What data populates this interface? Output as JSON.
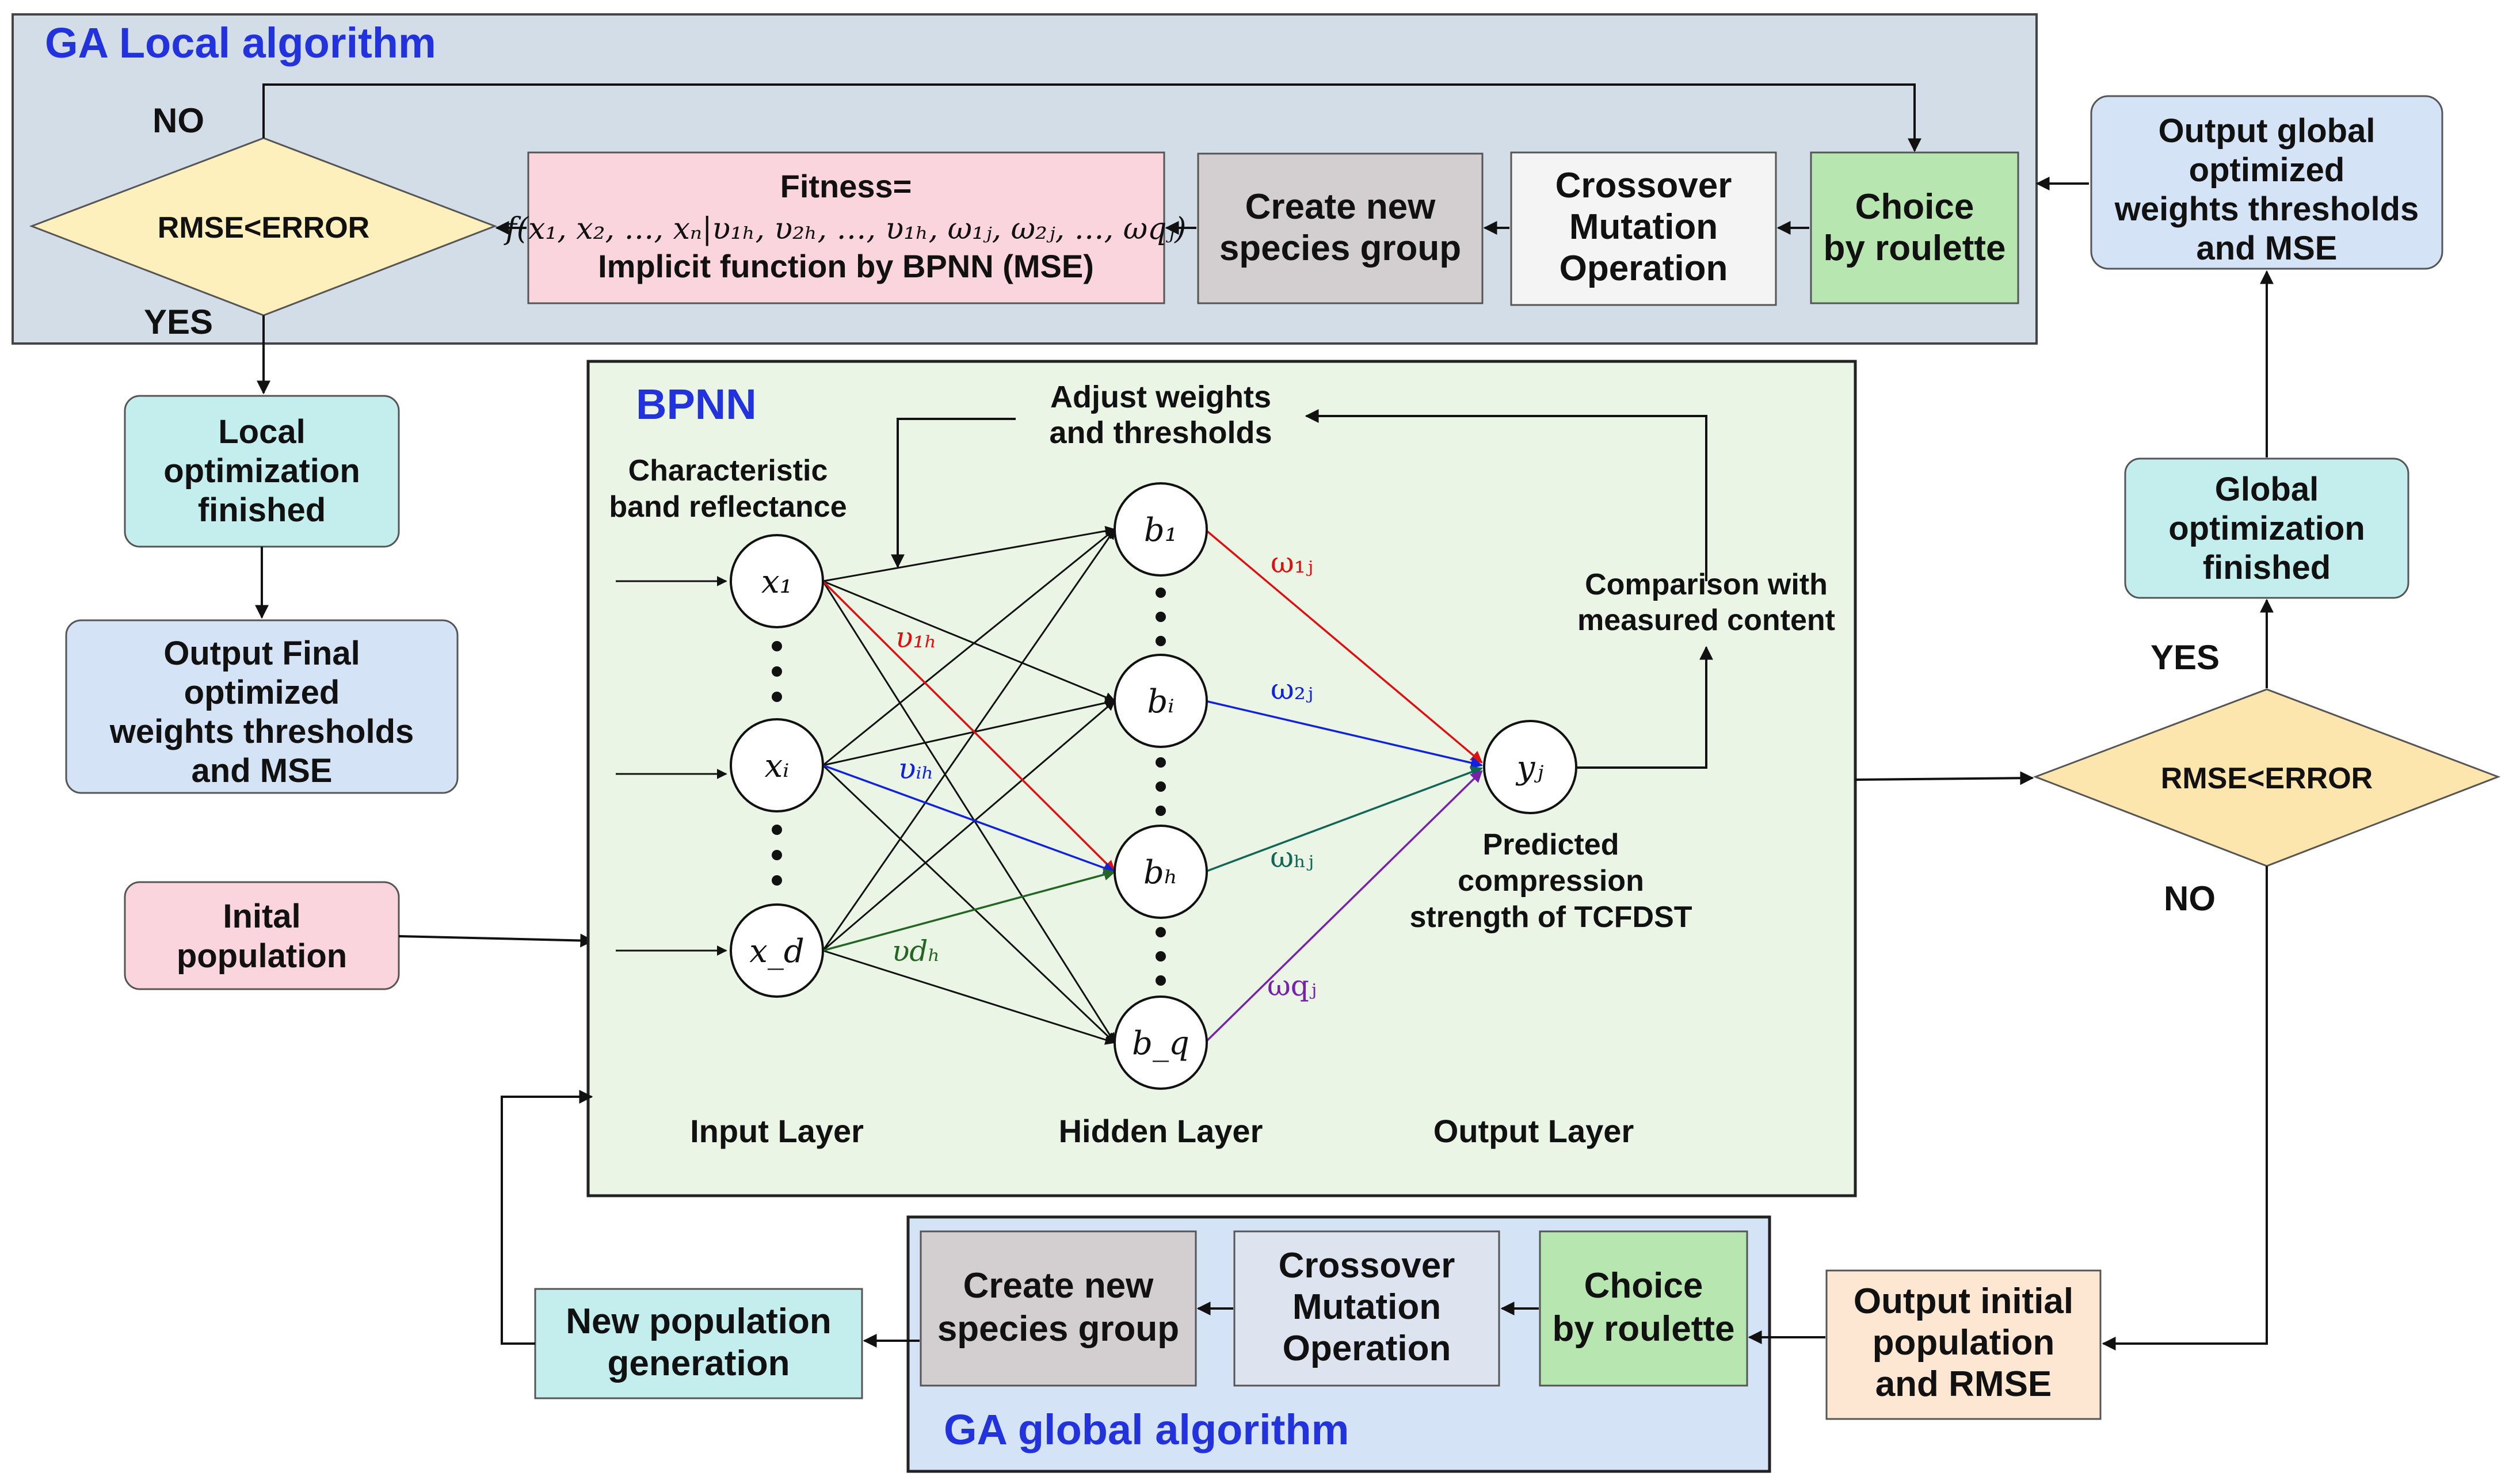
{
  "ga_local": {
    "title": "GA Local algorithm",
    "no_label": "NO",
    "yes_label": "YES",
    "decision": "RMSE<ERROR",
    "fitness_line1": "Fitness=",
    "fitness_formula": "f(x₁, x₂, …, xₙ|υ₁ₕ, υ₂ₕ, …, υ₁ₕ, ω₁ⱼ, ω₂ⱼ, …, ωqⱼ)",
    "fitness_line3": "Implicit function by BPNN (MSE)",
    "create_line1": "Create new",
    "create_line2": "species group",
    "crossover_line1": "Crossover",
    "crossover_line2": "Mutation",
    "crossover_line3": "Operation",
    "choice_line1": "Choice",
    "choice_line2": "by roulette"
  },
  "left_column": {
    "local_done": [
      "Local",
      "optimization",
      "finished"
    ],
    "output_final": [
      "Output Final",
      "optimized",
      "weights thresholds",
      "and MSE"
    ],
    "initial_pop": [
      "Inital",
      "population"
    ]
  },
  "bpnn": {
    "title": "BPNN",
    "adjust": [
      "Adjust weights",
      "and thresholds"
    ],
    "characteristic": [
      "Characteristic",
      "band reflectance"
    ],
    "comparison": [
      "Comparison with",
      "measured content"
    ],
    "predicted": [
      "Predicted",
      "compression",
      "strength of TCFDST"
    ],
    "input_layer": "Input Layer",
    "hidden_layer": "Hidden Layer",
    "output_layer": "Output Layer",
    "input_nodes": [
      "x₁",
      "xᵢ",
      "x_d"
    ],
    "hidden_nodes": [
      "b₁",
      "bᵢ",
      "bₕ",
      "b_q"
    ],
    "output_node": "yⱼ",
    "weights_in": [
      "υ₁ₕ",
      "υᵢₕ",
      "υdₕ"
    ],
    "weights_out": [
      "ω₁ⱼ",
      "ω₂ⱼ",
      "ωₕⱼ",
      "ωqⱼ"
    ]
  },
  "right_column": {
    "output_global": [
      "Output global",
      "optimized",
      "weights thresholds",
      "and MSE"
    ],
    "global_done": [
      "Global",
      "optimization",
      "finished"
    ],
    "yes_label": "YES",
    "no_label": "NO",
    "decision": "RMSE<ERROR"
  },
  "ga_global": {
    "title": "GA global algorithm",
    "output_initial": [
      "Output initial",
      "population",
      "and RMSE"
    ],
    "choice": [
      "Choice",
      "by roulette"
    ],
    "crossover": [
      "Crossover",
      "Mutation",
      "Operation"
    ],
    "create": [
      "Create new",
      "species group"
    ],
    "new_pop": [
      "New population",
      "generation"
    ]
  },
  "colors": {
    "title_blue": "#2233dd",
    "red_weight": "#dd1111",
    "blue_weight": "#1122dd",
    "green_weight": "#226622",
    "teal_weight": "#116655",
    "purple_weight": "#7722aa"
  }
}
